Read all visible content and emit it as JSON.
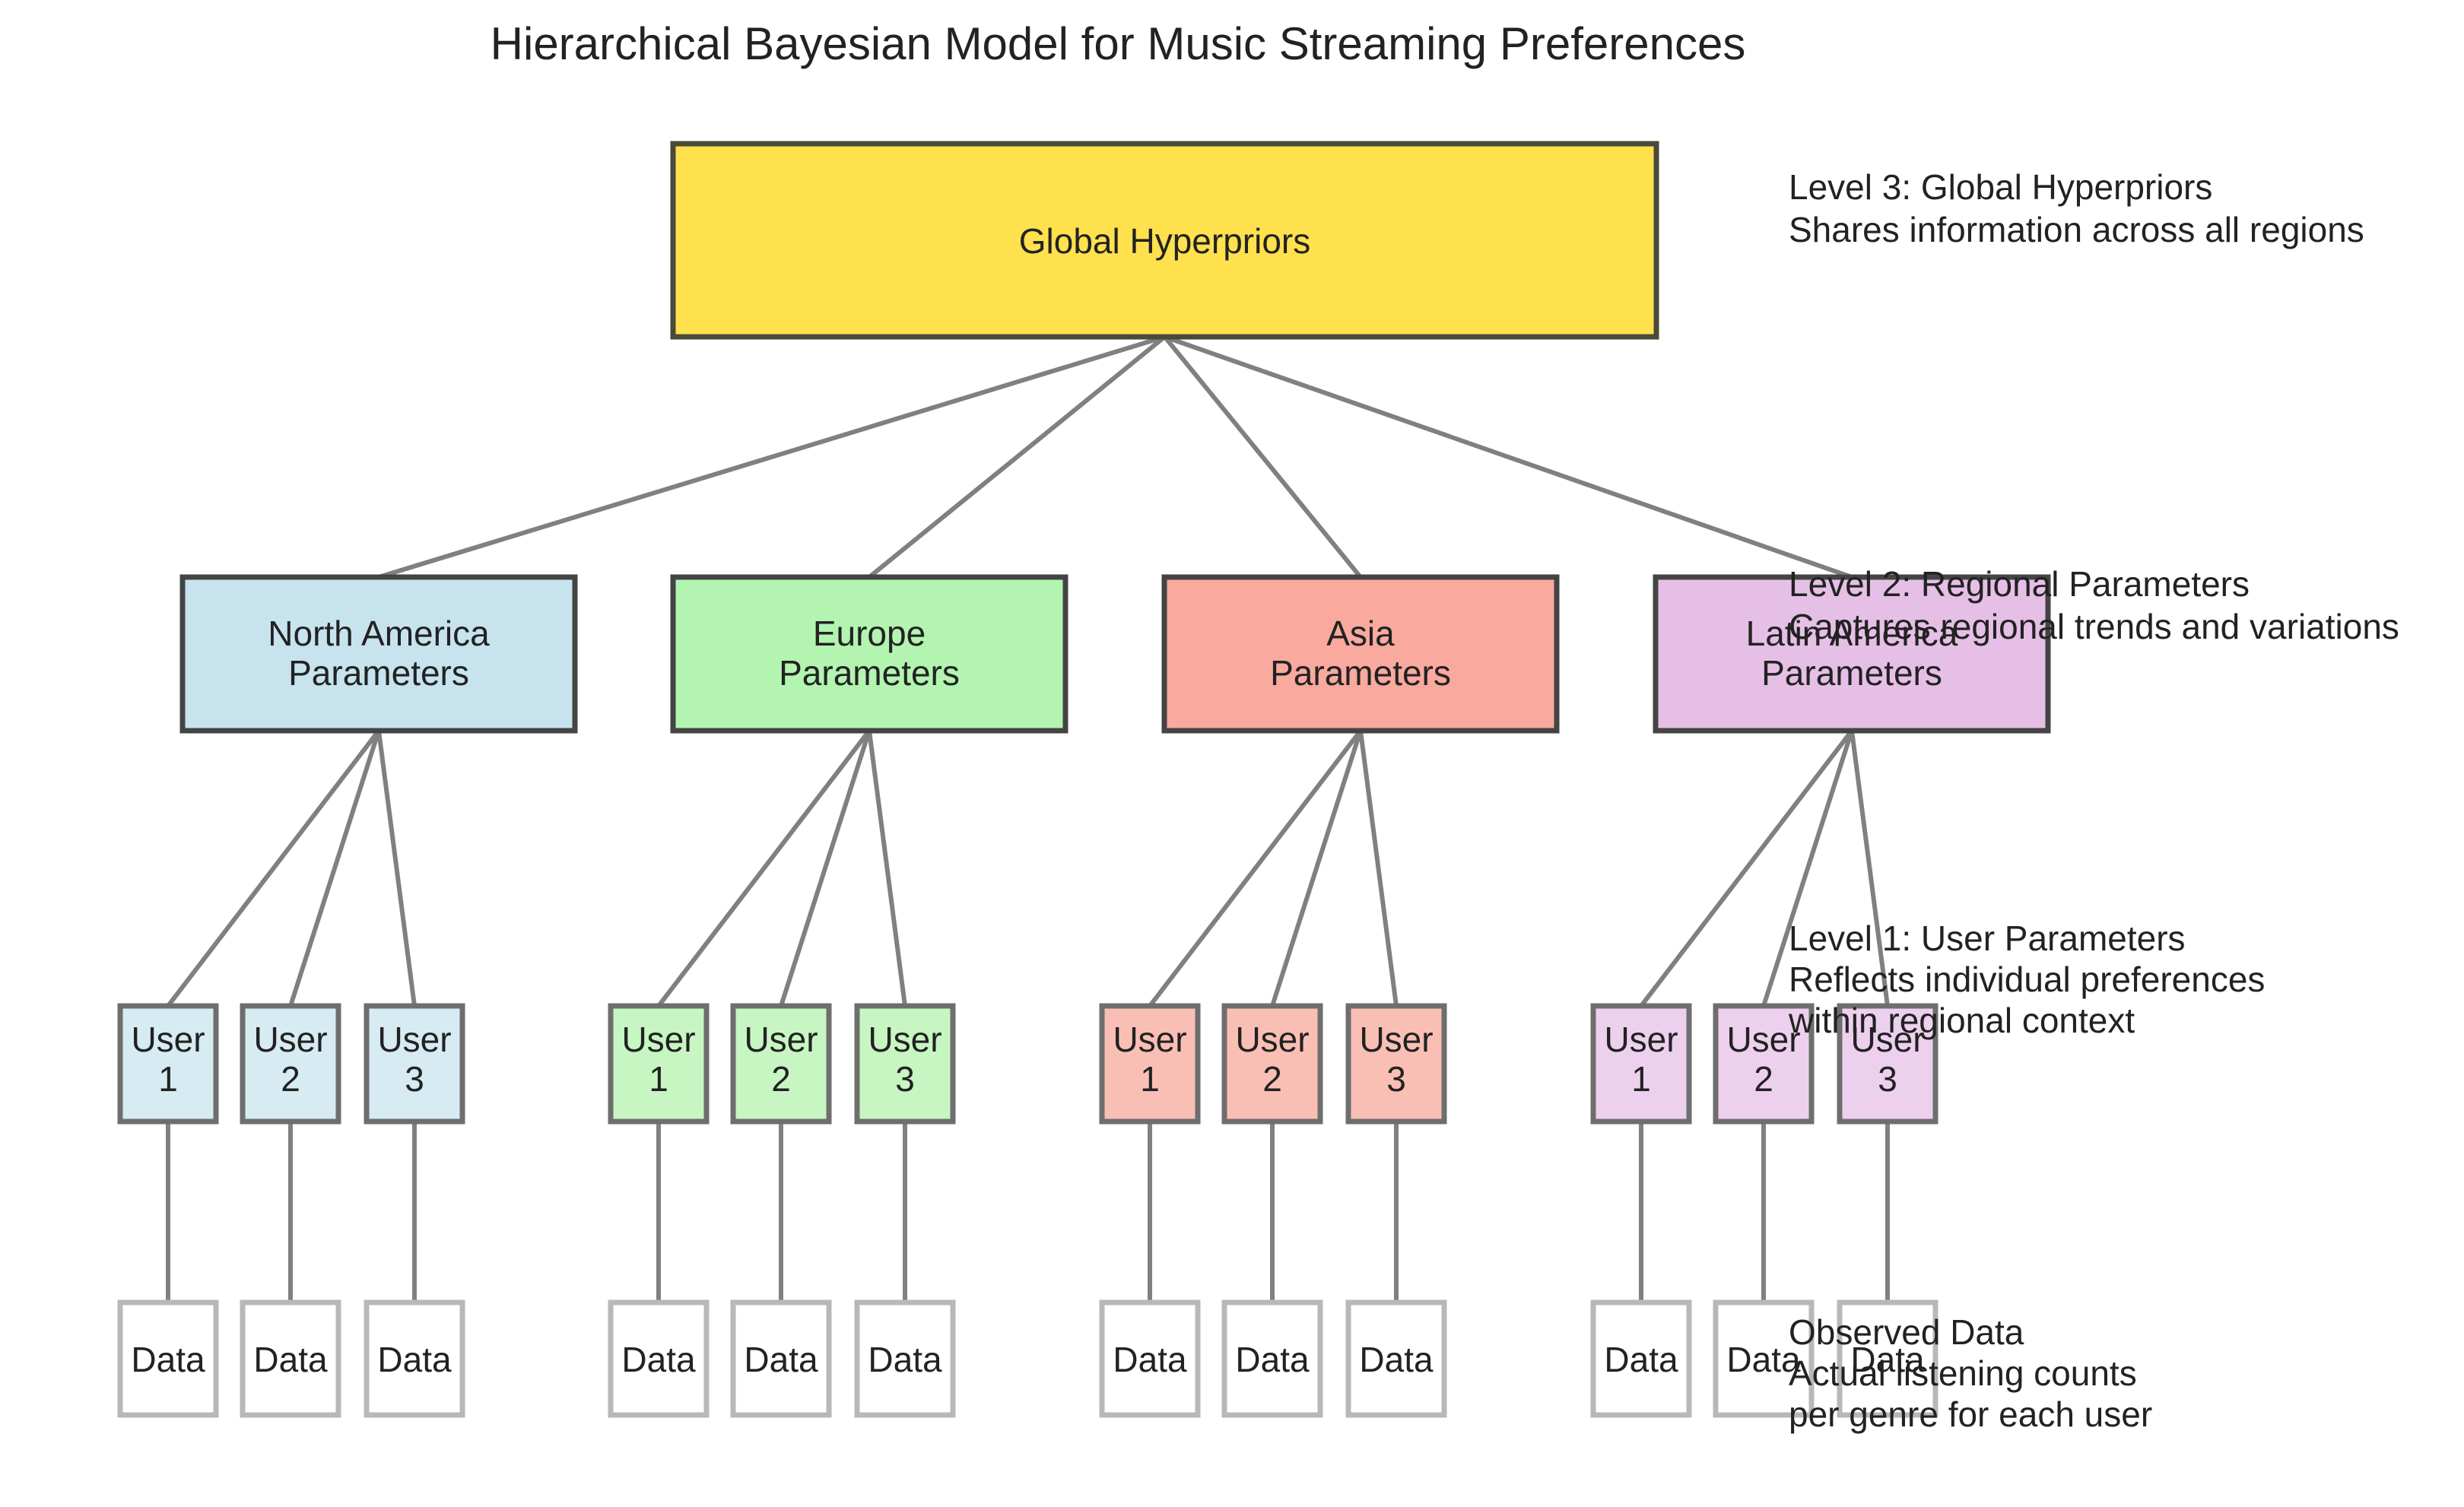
{
  "title": "Hierarchical Bayesian Model for Music Streaming Preferences",
  "global": {
    "label": "Global Hyperpriors",
    "color": "#FFE14D"
  },
  "regions": [
    {
      "id": "north-america",
      "line1": "North America",
      "line2": "Parameters",
      "color": "#C7E3EE",
      "user_color": "#D6EBF2",
      "users": [
        {
          "line1": "User",
          "line2": "1"
        },
        {
          "line1": "User",
          "line2": "2"
        },
        {
          "line1": "User",
          "line2": "3"
        }
      ]
    },
    {
      "id": "europe",
      "line1": "Europe",
      "line2": "Parameters",
      "color": "#B2F4B0",
      "user_color": "#C7F6C3",
      "users": [
        {
          "line1": "User",
          "line2": "1"
        },
        {
          "line1": "User",
          "line2": "2"
        },
        {
          "line1": "User",
          "line2": "3"
        }
      ]
    },
    {
      "id": "asia",
      "line1": "Asia",
      "line2": "Parameters",
      "color": "#F9A99E",
      "user_color": "#F9BFB5",
      "users": [
        {
          "line1": "User",
          "line2": "1"
        },
        {
          "line1": "User",
          "line2": "2"
        },
        {
          "line1": "User",
          "line2": "3"
        }
      ]
    },
    {
      "id": "latin-america",
      "line1": "Latin America",
      "line2": "Parameters",
      "color": "#E6BFE6",
      "user_color": "#EDD0EE",
      "users": [
        {
          "line1": "User",
          "line2": "1"
        },
        {
          "line1": "User",
          "line2": "2"
        },
        {
          "line1": "User",
          "line2": "3"
        }
      ]
    }
  ],
  "data_label": "Data",
  "annotations": {
    "level3": {
      "line1": "Level 3: Global Hyperpriors",
      "line2": "Shares information across all regions"
    },
    "level2": {
      "line1": "Level 2: Regional Parameters",
      "line2": "Captures regional trends and variations"
    },
    "level1": {
      "line1": "Level 1: User Parameters",
      "line2": "Reflects individual preferences",
      "line3": "within regional context"
    },
    "data": {
      "line1": "Observed Data",
      "line2": "Actual listening counts",
      "line3": "per genre for each user"
    }
  }
}
